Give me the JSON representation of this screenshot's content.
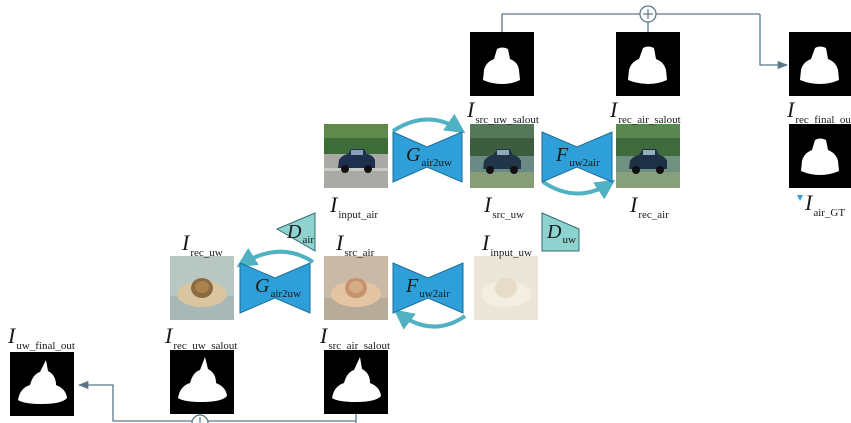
{
  "colors": {
    "network_fill": "#2e9fd8",
    "discriminator_fill": "#8ed3d0",
    "arrow_teal": "#4fb1c2",
    "connector_line": "#5a7788",
    "image_mask_bg": "#000000"
  },
  "labels": {
    "src_uw_salout": {
      "sym": "I",
      "sub": "src_uw_salout"
    },
    "rec_air_salout": {
      "sym": "I",
      "sub": "rec_air_salout"
    },
    "rec_final_out": {
      "sym": "I",
      "sub": "rec_final_ou"
    },
    "input_air": {
      "sym": "I",
      "sub": "input_air"
    },
    "src_uw": {
      "sym": "I",
      "sub": "src_uw"
    },
    "rec_air": {
      "sym": "I",
      "sub": "rec_air"
    },
    "air_gt": {
      "sym": "I",
      "sub": "air_GT"
    },
    "input_uw": {
      "sym": "I",
      "sub": "input_uw"
    },
    "rec_uw": {
      "sym": "I",
      "sub": "rec_uw"
    },
    "src_air": {
      "sym": "I",
      "sub": "src_air"
    },
    "uw_final_out": {
      "sym": "I",
      "sub": "uw_final_out"
    },
    "rec_uw_salout": {
      "sym": "I",
      "sub": "rec_uw_salout"
    },
    "src_air_salout": {
      "sym": "I",
      "sub": "src_air_salout"
    }
  },
  "networks": {
    "g_air2uw_top": {
      "sym": "G",
      "sub": "air2uw"
    },
    "f_uw2air_top": {
      "sym": "F",
      "sub": "uw2air"
    },
    "g_air2uw_bottom": {
      "sym": "G",
      "sub": "air2uw"
    },
    "f_uw2air_bottom": {
      "sym": "F",
      "sub": "uw2air"
    }
  },
  "discriminators": {
    "d_air": {
      "sym": "D",
      "sub": "air"
    },
    "d_uw": {
      "sym": "D",
      "sub": "uw"
    }
  },
  "icons": {
    "sum_node": "circled-plus"
  }
}
